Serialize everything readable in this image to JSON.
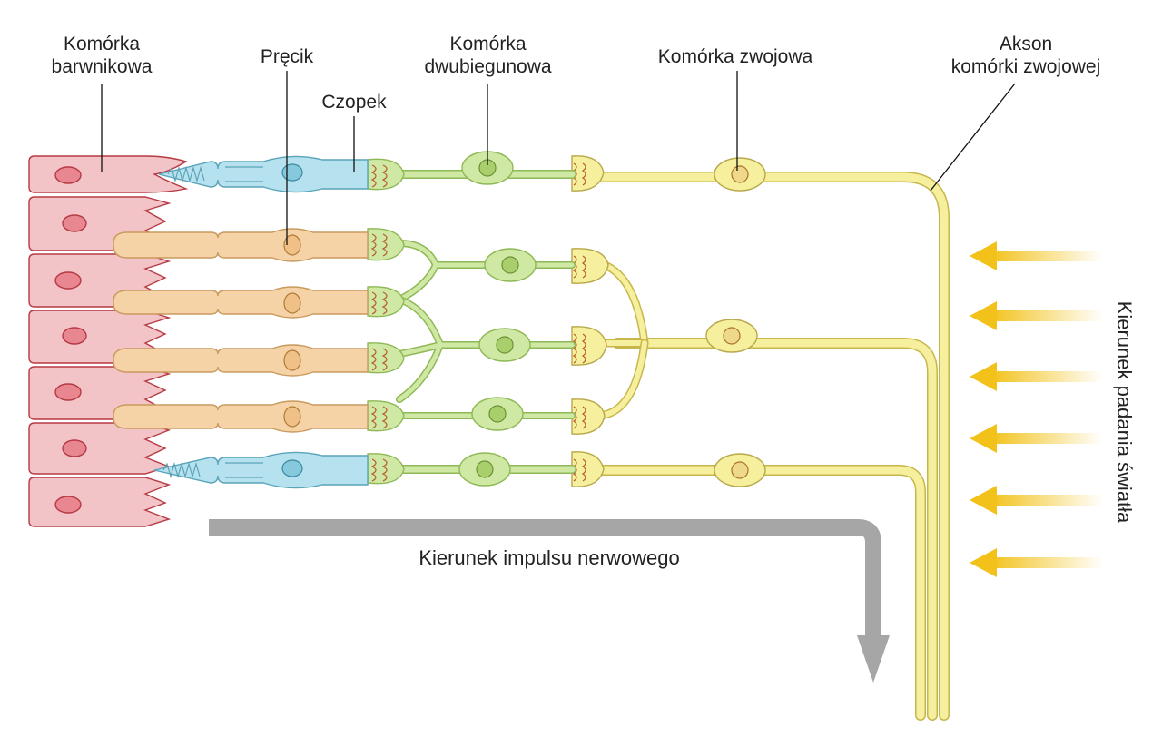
{
  "labels": {
    "pigment_line1": "Komórka",
    "pigment_line2": "barwnikowa",
    "rod": "Pręcik",
    "cone": "Czopek",
    "bipolar_line1": "Komórka",
    "bipolar_line2": "dwubiegunowa",
    "ganglion": "Komórka zwojowa",
    "axon_line1": "Akson",
    "axon_line2": "komórki zwojowej",
    "nerve_direction": "Kierunek impulsu nerwowego",
    "light_direction": "Kierunek padania światła"
  },
  "colors": {
    "pigment_fill": "#f3c4c7",
    "pigment_stroke": "#b63a44",
    "rod_fill": "#f6d3a6",
    "cone_fill": "#b5e2ee",
    "bipolar_fill": "#cfe8a4",
    "ganglion_fill": "#f6ef9e",
    "nerve_arrow": "#a6a6a6",
    "light_arrow": "#f2c21a"
  }
}
